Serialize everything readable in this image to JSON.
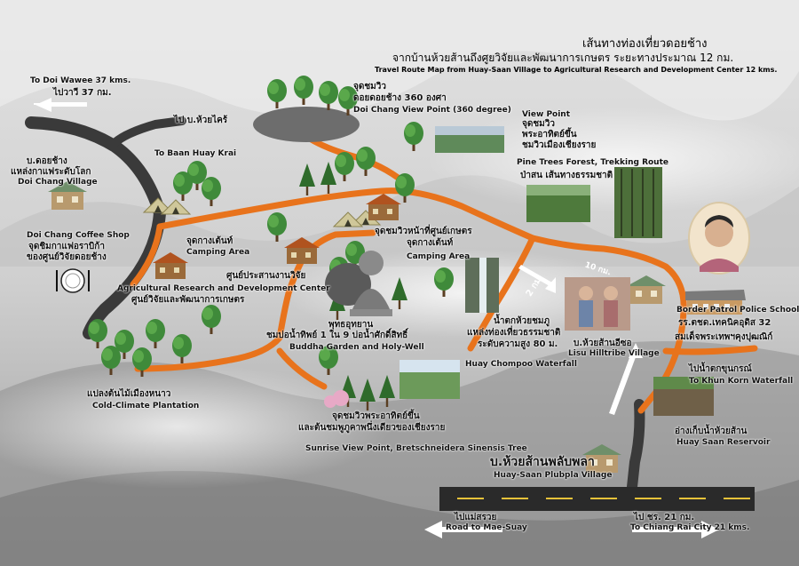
{
  "title": {
    "th_line1": "เส้นทางท่องเที่ยวดอยช้าง",
    "th_line2": "จากบ้านห้วยส้านถึงศูยวิจัยและพัฒนาการเกษตร  ระยะทางประมาณ  12 กม.",
    "en": "Travel Route Map from Huay-Saan Village to Agricultural Research and Development Center 12 kms."
  },
  "colors": {
    "road_dark": "#3a3a3a",
    "route_orange": "#e8731c",
    "tree_green": "#3f8a3a",
    "tent": "#c9c28a",
    "hut": "#8a5a2e",
    "sky": "#d6d6d6"
  },
  "labels": {
    "doi_wawee_en": "To Doi Wawee 37 kms.",
    "doi_wawee_th": "ไปวาวี 37 กม.",
    "baan_huay_krai_th": "ไป บ.ห้วยไคร้",
    "baan_huay_krai_en": "To Baan Huay Krai",
    "doi_chang_village_th1": "บ.ดอยช้าง",
    "doi_chang_village_th2": "แหล่งกาแฟระดับโลก",
    "doi_chang_village_en": "Doi Chang Village",
    "coffee_shop_en": "Doi Chang Coffee Shop",
    "coffee_shop_th1": "จุดชิมกาแฟอราบิก้า",
    "coffee_shop_th2": "ของศูนย์วิจัยดอยช้าง",
    "camping1_th": "จุดกางเต้นท์",
    "camping1_en": "Camping Area",
    "ardc_th1": "ศูนย์ประสานงานวิจัย",
    "ardc_en": "Agricultural Research and Development Center",
    "ardc_th2": "ศูนย์วิจัยและพัฒนาการเกษตร",
    "plantation_th": "แปลงต้นไม้เมืองหนาว",
    "plantation_en": "Cold-Climate Plantation",
    "viewpoint360_th1": "จุดชมวิว",
    "viewpoint360_th2": "ดอยดอยช้าง 360 องศา",
    "viewpoint360_en": "Doi Chang View Point (360 degree)",
    "viewpoint_en": "View Point",
    "viewpoint_th1": "จุดชมวิว",
    "viewpoint_th2": "พระอาทิตย์ขึ้น",
    "viewpoint_th3": "ชมวิวเมืองเชียงราย",
    "pine_en": "Pine Trees Forest, Trekking Route",
    "pine_th": "ป่าสน เส้นทางธรรมชาติ",
    "camping2_th1": "จุดชมวิวหน้าที่ศูนย์เกษตร",
    "camping2_th2": "จุดกางเต้นท์",
    "camping2_en": "Camping Area",
    "buddha_th1": "พุทธอุทยาน",
    "buddha_th2": "ชมบ่อน้ำทิพย์ 1 ใน 9 บ่อน้ำศักดิ์สิทธิ์",
    "buddha_en": "Buddha Garden and Holy-Well",
    "waterfall_th1": "น้ำตกห้วยชมภู",
    "waterfall_th2": "แหล่งท่องเที่ยวธรรมชาติ",
    "waterfall_th3": "ระดับความสูง 80 ม.",
    "waterfall_en": "Huay Chompoo Waterfall",
    "lisu_th": "บ.ห้วยส้านอีซอ",
    "lisu_en": "Lisu Hilltribe Village",
    "police_en": "Border Patrol Police School",
    "police_th1": "รร.ตชด.เทคนิคอุดิส 32",
    "police_th2": "สมเด็จพระเทพฯคุงปุฒณิก์",
    "khunkorn_th": "ไปน้ำตกขุนกรณ์",
    "khunkorn_en": "To Khun Korn Waterfall",
    "reservoir_th": "อ่างเก็บน้ำห้วยส้าน",
    "reservoir_en": "Huay Saan Reservoir",
    "sunrise_th1": "จุดชมวิวพระอาทิตย์ขึ้น",
    "sunrise_th2": "และต้นชมพูภูคาพนึ่งเดียวของเชียงราย",
    "sunrise_en": "Sunrise View Point, Bretschneidera Sinensis Tree",
    "plubpla_th": "บ.ห้วยส้านพลับพลา",
    "plubpla_en": "Huay-Saan Plubpla Village",
    "maesuay_th": "ไปแม่สรวย",
    "maesuay_en": "Road to Mae-Suay",
    "chiangrai_th": "ไป ชร. 21 กม.",
    "chiangrai_en": "To Chiang Rai City 21 kms.",
    "dist_2km": "2 กม.",
    "dist_10km": "10 กม."
  }
}
